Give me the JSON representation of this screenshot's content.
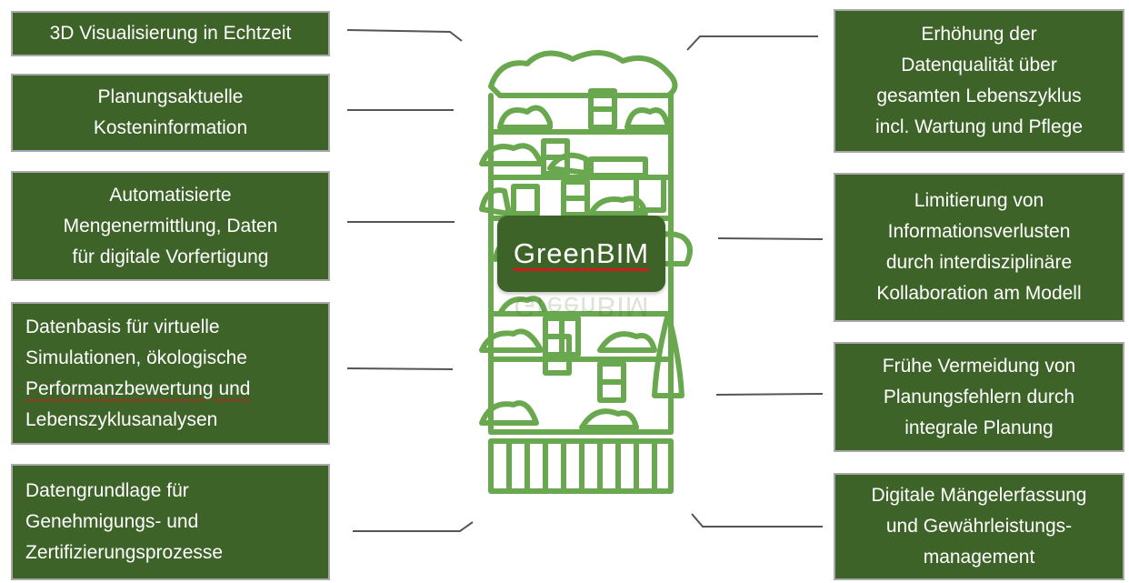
{
  "center": {
    "label": "GreenBIM"
  },
  "left_boxes": [
    {
      "lines": [
        "3D Visualisierung in Echtzeit"
      ]
    },
    {
      "lines": [
        "Planungsaktuelle",
        "Kosteninformation"
      ]
    },
    {
      "lines": [
        "Automatisierte",
        "Mengenermittlung, Daten",
        "für digitale Vorfertigung"
      ]
    },
    {
      "lines": [
        "Datenbasis für virtuelle",
        "Simulationen, ökologische",
        "Performanzbewertung und",
        "Lebenszyklusanalysen"
      ]
    },
    {
      "lines": [
        "Datengrundlage für",
        "Genehmigungs- und",
        "Zertifizierungsprozesse"
      ]
    }
  ],
  "right_boxes": [
    {
      "lines": [
        "Erhöhung der",
        "Datenqualität über",
        "gesamten Lebenszyklus",
        "incl. Wartung und Pflege"
      ]
    },
    {
      "lines": [
        "Limitierung von",
        "Informationsverlusten",
        "durch interdisziplinäre",
        "Kollaboration am Modell"
      ]
    },
    {
      "lines": [
        "Frühe Vermeidung von",
        "Planungsfehlern durch",
        "integrale Planung"
      ]
    },
    {
      "lines": [
        "Digitale Mängelerfassung",
        "und Gewährleistungs-",
        "management"
      ]
    }
  ],
  "colors": {
    "box_fill": "#3e6328",
    "building_stroke": "#6aa84f",
    "spellcheck": "#d11a1a"
  },
  "icons": {
    "center_graphic": "green-building-icon"
  }
}
